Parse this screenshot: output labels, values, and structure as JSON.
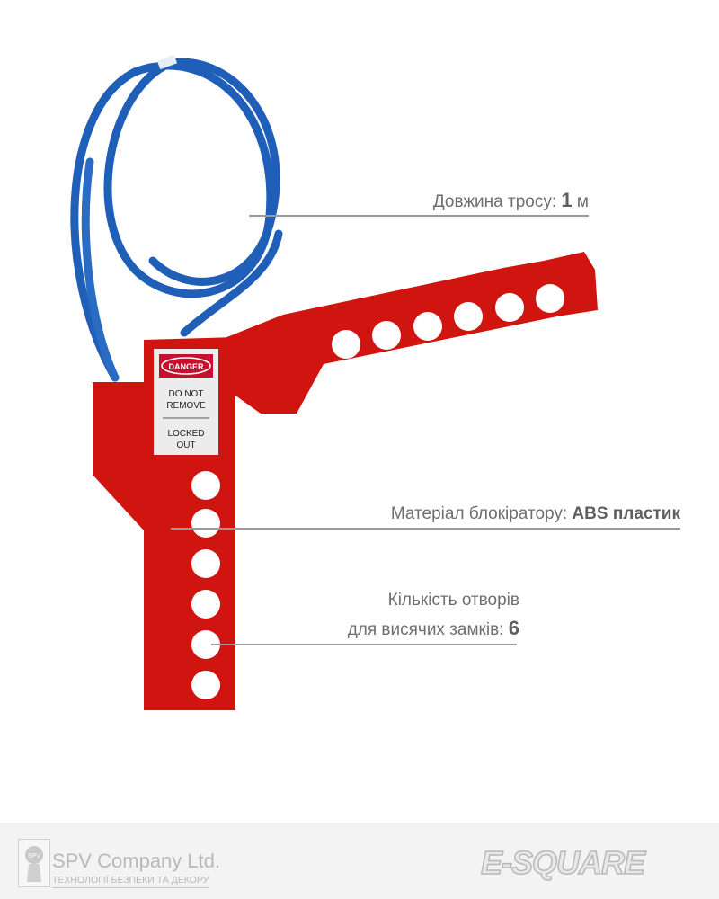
{
  "callouts": {
    "cable_length": {
      "label": "Довжина тросу: ",
      "value": "1",
      "unit": " м"
    },
    "material": {
      "label": "Матеріал блокіратору: ",
      "value": "ABS пластик"
    },
    "holes": {
      "label_line1": "Кількість отворів",
      "label_line2": "для висячих замків: ",
      "value": "6"
    }
  },
  "tag": {
    "header": "DANGER",
    "line1": "DO NOT",
    "line2": "REMOVE",
    "line3": "LOCKED",
    "line4": "OUT"
  },
  "footer": {
    "company_name": "SPV Company Ltd.",
    "company_tagline": "ТЕХНОЛОГІЇ БЕЗПЕКИ ТА ДЕКОРУ",
    "logo_text": "SPV",
    "brand": "E-SQUARE"
  },
  "colors": {
    "cable": "#1f5fb8",
    "body": "#d0140f",
    "text": "#6e6e6e",
    "footer_bg": "#f3f3f3"
  }
}
